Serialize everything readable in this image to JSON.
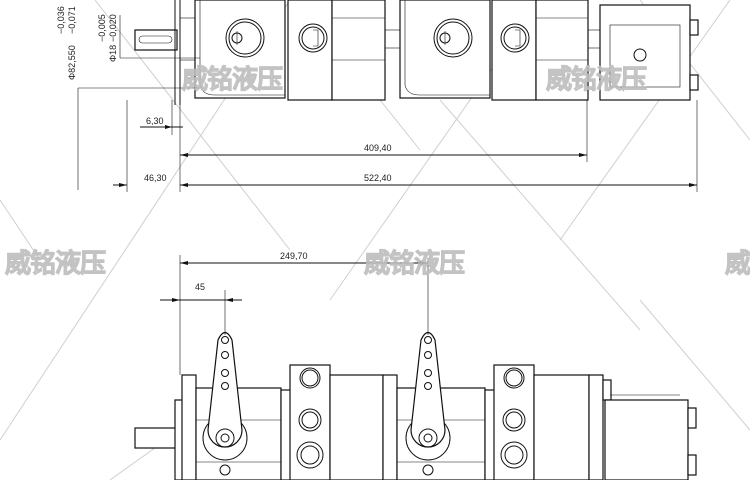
{
  "drawing": {
    "top_view": {
      "dim_shaft_offset": "6,30",
      "dim_pump_length": "409,40",
      "dim_flange": "46,30",
      "dim_total_length": "522,40",
      "dim_pilot_diameter": "Φ82,550",
      "dim_pilot_tol_upper": "−0,036",
      "dim_pilot_tol_lower": "−0,071",
      "dim_shaft_diameter": "Φ18",
      "dim_shaft_tol_upper": "−0,005",
      "dim_shaft_tol_lower": "−0,020"
    },
    "front_view": {
      "dim_lever_spacing": "249,70",
      "dim_lever_offset": "45"
    },
    "watermark": "威铭液压"
  }
}
